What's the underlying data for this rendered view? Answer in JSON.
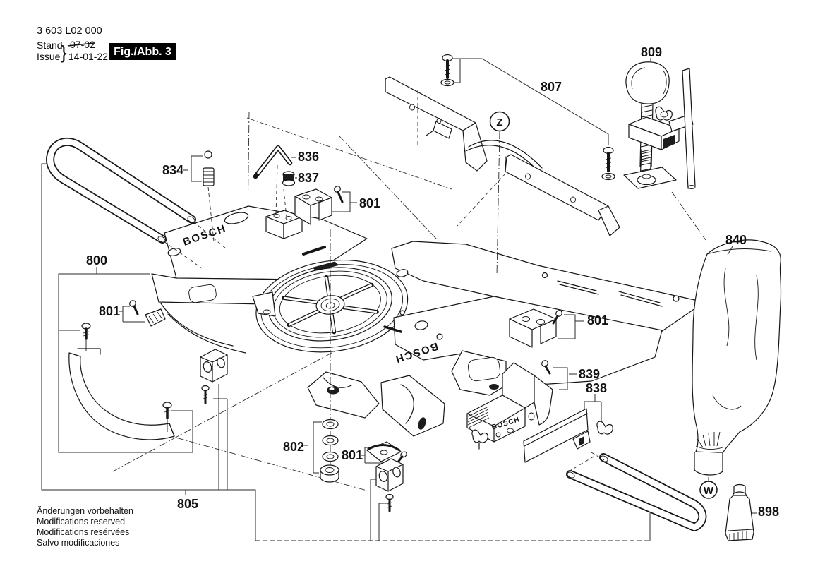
{
  "header": {
    "part_number": "3 603 L02 000",
    "stand_label": "Stand",
    "issue_label": "Issue",
    "brace": "}",
    "stand_value_struck": "07-02",
    "issue_value": "14-01-22",
    "figure_tag": "Fig./Abb. 3"
  },
  "footer": {
    "lines": [
      "Änderungen vorbehalten",
      "Modifications reserved",
      "Modifications resérvées",
      "Salvo modificaciones"
    ]
  },
  "brand": {
    "logo_text": "BOSCH"
  },
  "callouts": [
    {
      "ref": "base-assembly",
      "text": "800"
    },
    {
      "ref": "clamp-left",
      "text": "801"
    },
    {
      "ref": "clamp-top",
      "text": "801"
    },
    {
      "ref": "clamp-right",
      "text": "801"
    },
    {
      "ref": "clamp-bottom",
      "text": "801"
    },
    {
      "ref": "washer-stack",
      "text": "802"
    },
    {
      "ref": "support-bars",
      "text": "805"
    },
    {
      "ref": "fence",
      "text": "807"
    },
    {
      "ref": "work-clamp",
      "text": "809"
    },
    {
      "ref": "spring-ball",
      "text": "834"
    },
    {
      "ref": "hex-key",
      "text": "836"
    },
    {
      "ref": "grommet",
      "text": "837"
    },
    {
      "ref": "slide-plate",
      "text": "838"
    },
    {
      "ref": "fence-bracket",
      "text": "839"
    },
    {
      "ref": "dust-bag",
      "text": "840"
    },
    {
      "ref": "grease-tube",
      "text": "898"
    }
  ],
  "view_markers": [
    {
      "text": "Z"
    },
    {
      "text": "W"
    }
  ]
}
